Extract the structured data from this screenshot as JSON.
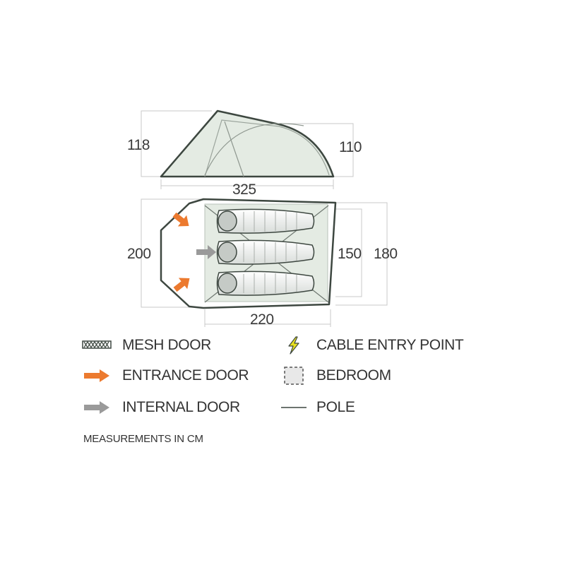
{
  "dimensions": {
    "side_height_front": "118",
    "side_height_rear": "110",
    "total_length": "325",
    "total_width": "200",
    "bedroom_width": "150",
    "outer_width": "180",
    "bedroom_length": "220"
  },
  "legend": {
    "mesh_door": "MESH DOOR",
    "entrance_door": "ENTRANCE DOOR",
    "internal_door": "INTERNAL DOOR",
    "cable_entry": "CABLE ENTRY POINT",
    "bedroom": "BEDROOM",
    "pole": "POLE"
  },
  "note": "MEASUREMENTS IN CM",
  "colors": {
    "outline": "#3d4740",
    "fill": "#e4ebe3",
    "entrance_arrow": "#ec7a2f",
    "internal_arrow": "#9a9a9a",
    "cable_bolt": "#e8e021",
    "dimension_line": "#c9c9c9"
  }
}
